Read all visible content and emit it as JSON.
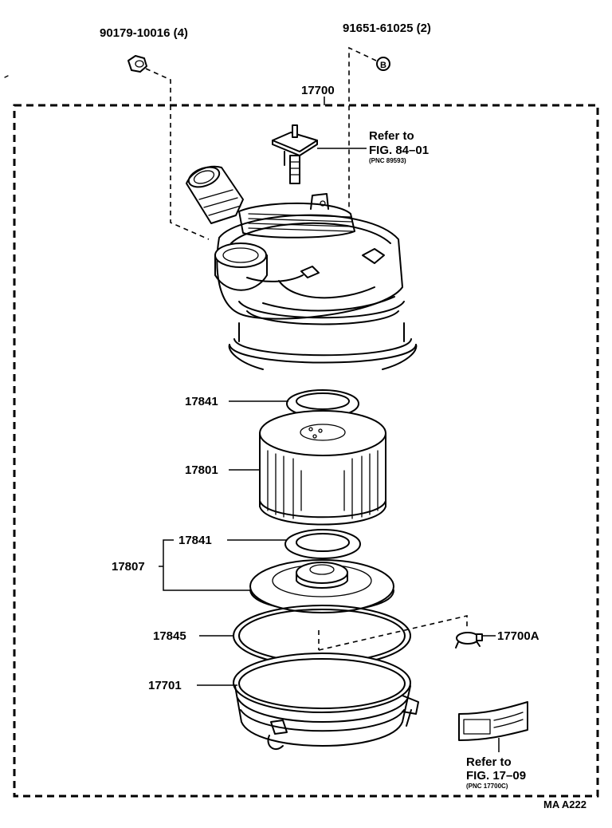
{
  "parts": {
    "bolt_top_left": "90179-10016 (4)",
    "bolt_top_right": "91651-61025 (2)",
    "circle_b": "B",
    "assembly": "17700",
    "refer_top": {
      "line1": "Refer to",
      "line2": "FIG. 84–01",
      "line3": "(PNC 89593)"
    },
    "gasket_upper": "17841",
    "filter_element": "17801",
    "gasket_lower": "17841",
    "cap_sub_assy": "17807",
    "seal_ring": "17845",
    "lower_case": "17701",
    "valve": "17700A",
    "refer_bottom": {
      "line1": "Refer to",
      "line2": "FIG. 17–09",
      "line3": "(PNC 17700C)"
    },
    "diagram_code": "MA A222"
  }
}
